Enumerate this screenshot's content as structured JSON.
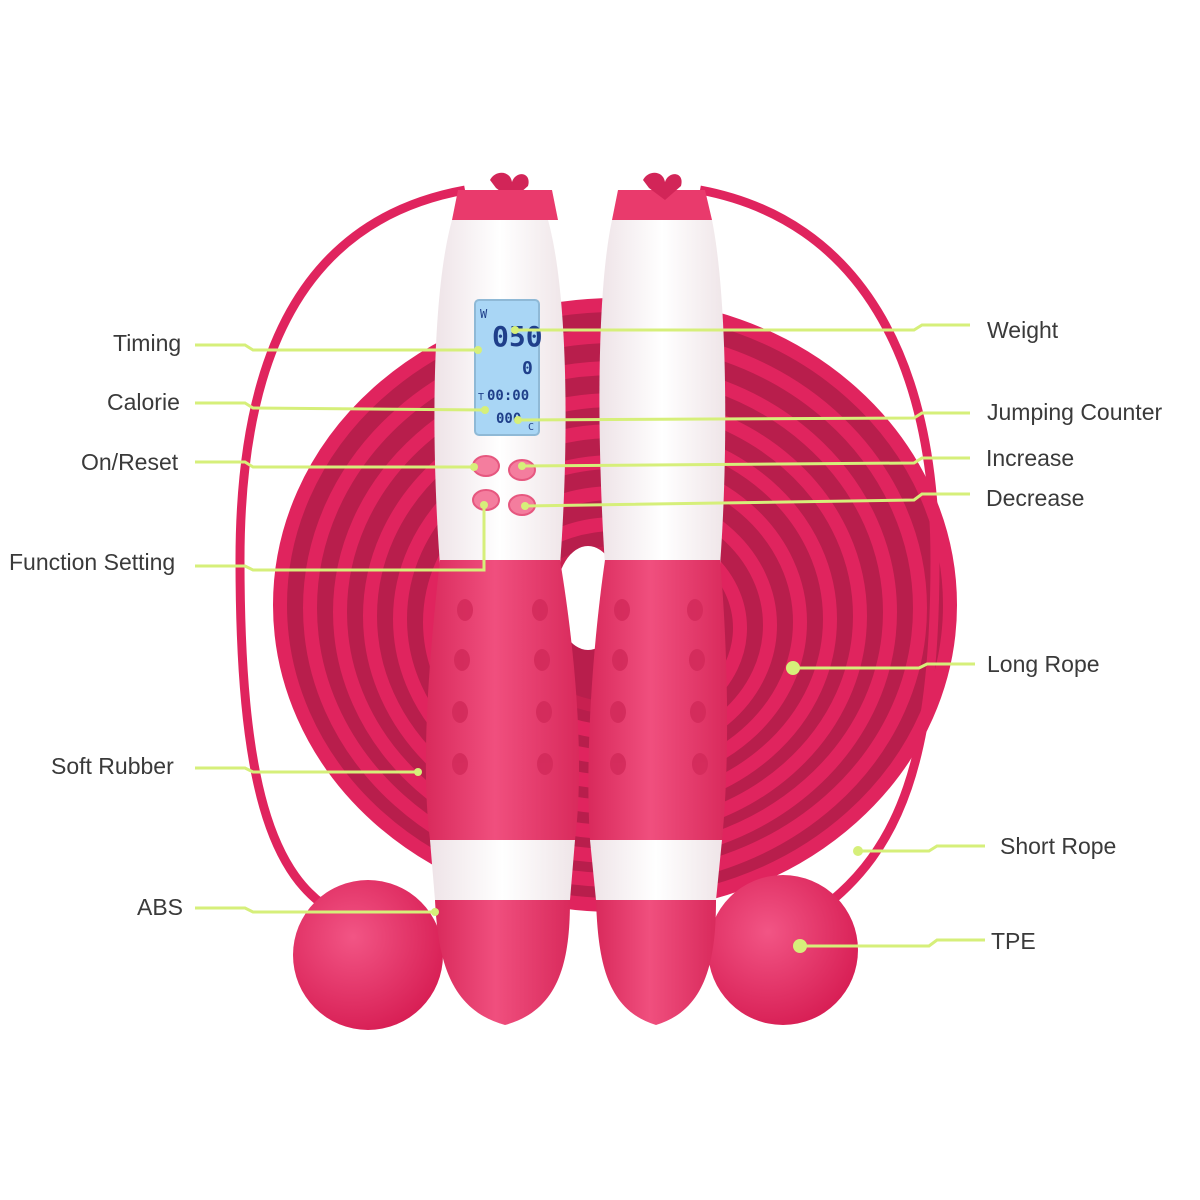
{
  "labels": {
    "timing": "Timing",
    "calorie": "Calorie",
    "on_reset": "On/Reset",
    "function_setting": "Function Setting",
    "soft_rubber": "Soft Rubber",
    "abs": "ABS",
    "weight": "Weight",
    "jumping_counter": "Jumping Counter",
    "increase": "Increase",
    "decrease": "Decrease",
    "long_rope": "Long Rope",
    "short_rope": "Short Rope",
    "tpe": "TPE"
  },
  "lcd": {
    "weight_prefix": "W",
    "weight_value": "050",
    "count_value": "0",
    "time_prefix": "T",
    "time_value": "00:00",
    "calorie_value": "000",
    "calorie_suffix": "C"
  },
  "colors": {
    "rope_pink": "#e0245e",
    "handle_pink": "#ea3c6e",
    "handle_white": "#fbf4f6",
    "lcd_blue": "#a9d6f5",
    "leader_line": "#d6ef7a",
    "label_text": "#3a3a3a"
  }
}
